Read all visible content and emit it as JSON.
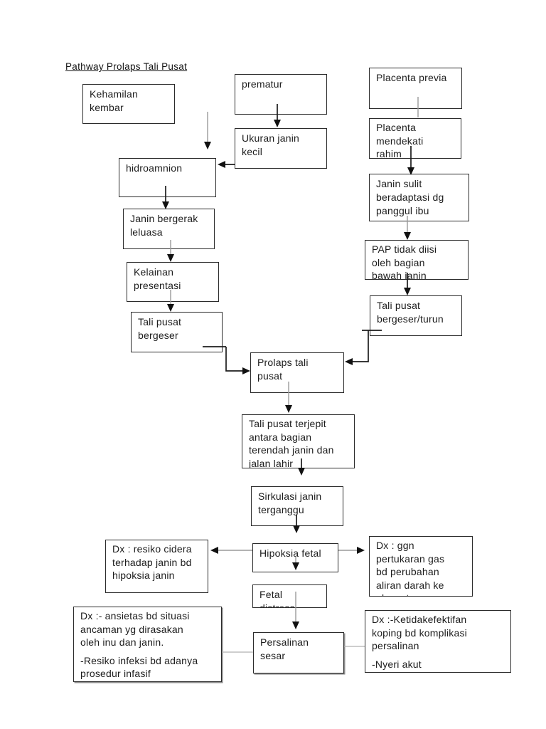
{
  "page": {
    "title": "Pathway Prolaps Tali Pusat"
  },
  "colors": {
    "background": "#ffffff",
    "box_border": "#2b2b2b",
    "text": "#1c1c1c",
    "connector_gray": "#9a9a9a",
    "connector_black": "#1c1c1c",
    "arrowhead": "#111111"
  },
  "nodes": {
    "kehamilan_kembar": {
      "label": "Kehamilan\nkembar"
    },
    "prematur": {
      "label": "prematur"
    },
    "placenta_previa": {
      "label": "Placenta previa"
    },
    "ukuran_janin_kecil": {
      "label": "Ukuran janin\nkecil"
    },
    "placenta_mendekati": {
      "label": "Placenta\nmendekati\nrahim"
    },
    "hidroamnion": {
      "label": "hidroamnion"
    },
    "janin_sulit": {
      "label": "Janin sulit\nberadaptasi dg\npanggul ibu"
    },
    "janin_bergerak": {
      "label": "Janin bergerak\nleluasa"
    },
    "pap_tidak_diisi": {
      "label": "PAP tidak diisi\noleh bagian\nbawah janin"
    },
    "kelainan_presentasi": {
      "label": "Kelainan\npresentasi"
    },
    "tali_pusat_bergeser_turun": {
      "label": "Tali pusat\nbergeser/turun"
    },
    "tali_pusat_bergeser": {
      "label": "Tali pusat\nbergeser"
    },
    "prolaps_tali_pusat": {
      "label": "Prolaps tali\npusat"
    },
    "tali_pusat_terjepit": {
      "label": "Tali pusat terjepit\nantara bagian\nterendah janin dan\njalan lahir"
    },
    "sirkulasi_janin": {
      "label": "Sirkulasi janin\nterganggu"
    },
    "hipoksia_fetal": {
      "label": "Hipoksia fetal"
    },
    "dx_resiko_cidera": {
      "label": "Dx : resiko cidera\nterhadap janin bd\nhipoksia janin"
    },
    "dx_ggn_pertukaran": {
      "label": "Dx : ggn\npertukaran gas\nbd perubahan\naliran darah ke\nplacenta"
    },
    "fetal_distress": {
      "label": "Fetal\ndistress"
    },
    "dx_ansietas": {
      "paragraphs": [
        "Dx :- ansietas bd situasi\nancaman yg dirasakan\noleh inu dan janin.",
        "-Resiko infeksi bd adanya\nprosedur infasif"
      ]
    },
    "persalinan_sesar": {
      "label": "Persalinan\nsesar"
    },
    "dx_koping": {
      "paragraphs": [
        "Dx :-Ketidakefektifan\nkoping bd komplikasi\npersalinan",
        "-Nyeri akut"
      ]
    }
  }
}
